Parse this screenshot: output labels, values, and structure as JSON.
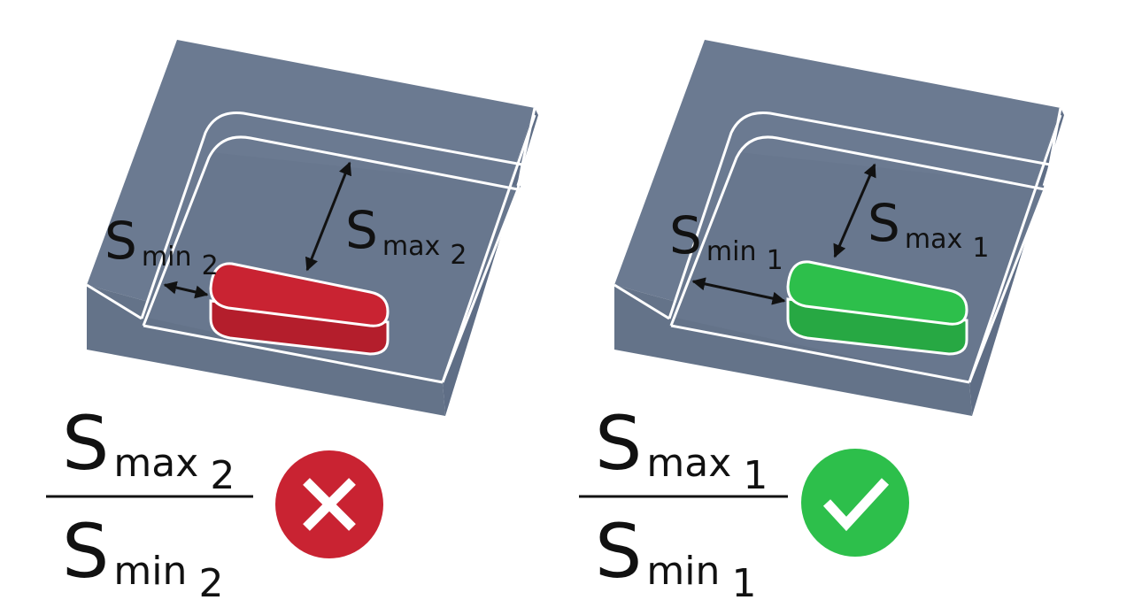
{
  "colors": {
    "block": "#6b7a91",
    "block_side": "#5f6e86",
    "outline": "#ffffff",
    "bad_part": "#c92332",
    "good_part": "#2dbf4b",
    "bad_badge": "#c92332",
    "good_badge": "#2dbf4b",
    "text": "#111111"
  },
  "panels": [
    {
      "status": "bad",
      "badge_icon": "x-mark-icon",
      "smin": {
        "base": "S",
        "sub": "min",
        "idx": "2"
      },
      "smax": {
        "base": "S",
        "sub": "max",
        "idx": "2"
      },
      "fraction": {
        "num": {
          "base": "S",
          "sub": "max",
          "idx": "2"
        },
        "den": {
          "base": "S",
          "sub": "min",
          "idx": "2"
        }
      }
    },
    {
      "status": "good",
      "badge_icon": "check-mark-icon",
      "smin": {
        "base": "S",
        "sub": "min",
        "idx": "1"
      },
      "smax": {
        "base": "S",
        "sub": "max",
        "idx": "1"
      },
      "fraction": {
        "num": {
          "base": "S",
          "sub": "max",
          "idx": "1"
        },
        "den": {
          "base": "S",
          "sub": "min",
          "idx": "1"
        }
      }
    }
  ]
}
